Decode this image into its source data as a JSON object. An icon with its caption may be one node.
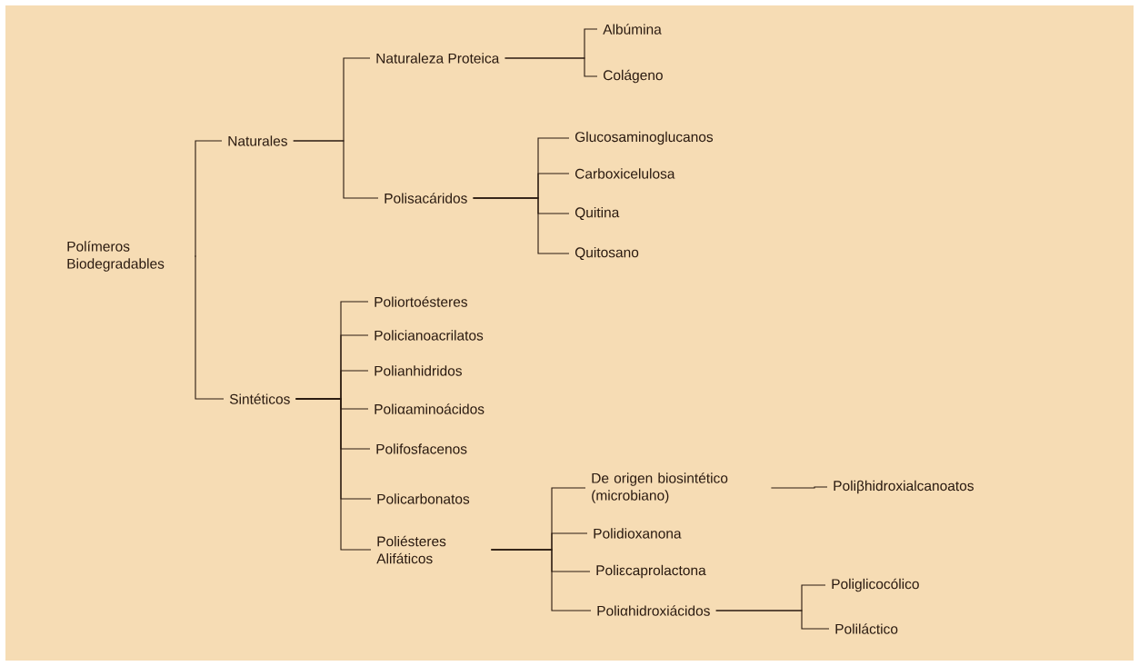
{
  "diagram": {
    "nodes": [
      {
        "text": [
          "Polímeros Biodegradables"
        ]
      },
      {
        "text": [
          "Naturales"
        ]
      },
      {
        "text": [
          "Naturaleza Proteica"
        ]
      },
      {
        "text": [
          "Albúmina"
        ]
      },
      {
        "text": [
          "Colágeno"
        ]
      },
      {
        "text": [
          "Polisacáridos"
        ]
      },
      {
        "text": [
          "Glucosaminoglucanos"
        ]
      },
      {
        "text": [
          "Carboxicelulosa"
        ]
      },
      {
        "text": [
          "Quitina"
        ]
      },
      {
        "text": [
          "Quitosano"
        ]
      },
      {
        "text": [
          "Sintéticos"
        ]
      },
      {
        "text": [
          "Poliortoésteres"
        ]
      },
      {
        "text": [
          "Policianoacrilatos"
        ]
      },
      {
        "text": [
          "Polianhidridos"
        ]
      },
      {
        "text": [
          "Poliαaminoácidos"
        ]
      },
      {
        "text": [
          "Polifosfacenos"
        ]
      },
      {
        "text": [
          "Policarbonatos"
        ]
      },
      {
        "text": [
          "Poliésteres Alifáticos"
        ]
      },
      {
        "text": [
          "De origen biosintético (microbiano)"
        ]
      },
      {
        "text": [
          "Poliβhidroxialcanoatos"
        ]
      },
      {
        "text": [
          "Polidioxanona"
        ]
      },
      {
        "text": [
          "Poliεcaprolactona"
        ]
      },
      {
        "text": [
          "Poliαhidroxiácidos"
        ]
      },
      {
        "text": [
          "Poliglicocólico"
        ]
      },
      {
        "text": [
          "Poliláctico"
        ]
      }
    ],
    "edges": [
      {
        "from": 0,
        "to": 1,
        "arrow": "none"
      },
      {
        "from": 0,
        "to": 10,
        "arrow": "none"
      },
      {
        "from": 1,
        "to": 2,
        "arrow": "none"
      },
      {
        "from": 1,
        "to": 5,
        "arrow": "none"
      },
      {
        "from": 2,
        "to": 3,
        "arrow": "none"
      },
      {
        "from": 2,
        "to": 4,
        "arrow": "none"
      },
      {
        "from": 5,
        "to": 6,
        "arrow": "none"
      },
      {
        "from": 5,
        "to": 7,
        "arrow": "none"
      },
      {
        "from": 5,
        "to": 8,
        "arrow": "none"
      },
      {
        "from": 5,
        "to": 9,
        "arrow": "none"
      },
      {
        "from": 10,
        "to": 11,
        "arrow": "none"
      },
      {
        "from": 10,
        "to": 12,
        "arrow": "none"
      },
      {
        "from": 10,
        "to": 13,
        "arrow": "none"
      },
      {
        "from": 10,
        "to": 14,
        "arrow": "none"
      },
      {
        "from": 10,
        "to": 15,
        "arrow": "none"
      },
      {
        "from": 10,
        "to": 16,
        "arrow": "none"
      },
      {
        "from": 10,
        "to": 17,
        "arrow": "none"
      },
      {
        "from": 17,
        "to": 18,
        "arrow": "none"
      },
      {
        "from": 17,
        "to": 20,
        "arrow": "none"
      },
      {
        "from": 17,
        "to": 21,
        "arrow": "none"
      },
      {
        "from": 17,
        "to": 22,
        "arrow": "none"
      },
      {
        "from": 18,
        "to": 19,
        "arrow": "none"
      },
      {
        "from": 22,
        "to": 23,
        "arrow": "none"
      },
      {
        "from": 22,
        "to": 24,
        "arrow": "none"
      }
    ]
  }
}
